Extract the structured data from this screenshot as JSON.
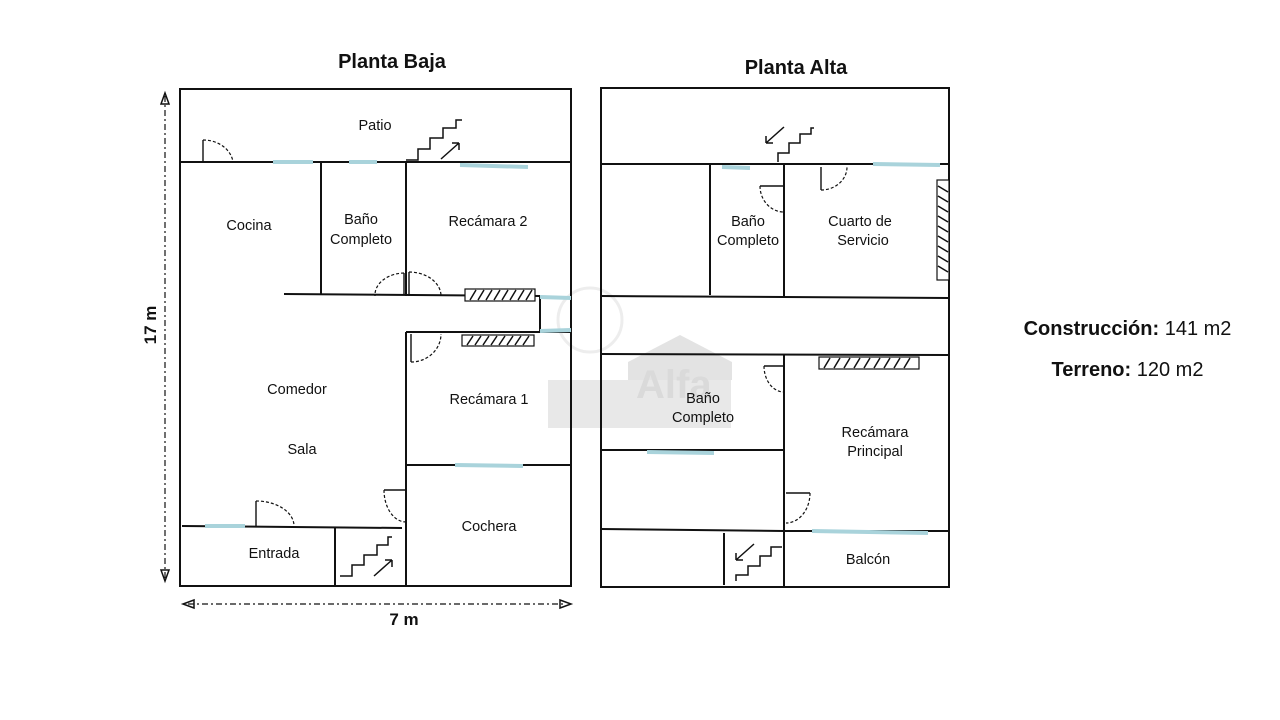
{
  "plans": {
    "ground": {
      "title": "Planta Baja",
      "rooms": {
        "patio": "Patio",
        "cocina": "Cocina",
        "bano1": "Baño",
        "bano2": "Completo",
        "recamara2": "Recámara 2",
        "comedor": "Comedor",
        "sala": "Sala",
        "recamara1": "Recámara 1",
        "entrada": "Entrada",
        "cochera": "Cochera"
      }
    },
    "upper": {
      "title": "Planta Alta",
      "rooms": {
        "bano_a1": "Baño",
        "bano_a2": "Completo",
        "cuarto1": "Cuarto de",
        "cuarto2": "Servicio",
        "bano_b1": "Baño",
        "bano_b2": "Completo",
        "principal1": "Recámara",
        "principal2": "Principal",
        "balcon": "Balcón"
      }
    }
  },
  "dimensions": {
    "height": "17 m",
    "width": "7 m"
  },
  "stats": {
    "construccion_label": "Construcción:",
    "construccion_value": "141 m2",
    "terreno_label": "Terreno:",
    "terreno_value": "120 m2"
  },
  "watermark": {
    "text": "Alfa"
  }
}
